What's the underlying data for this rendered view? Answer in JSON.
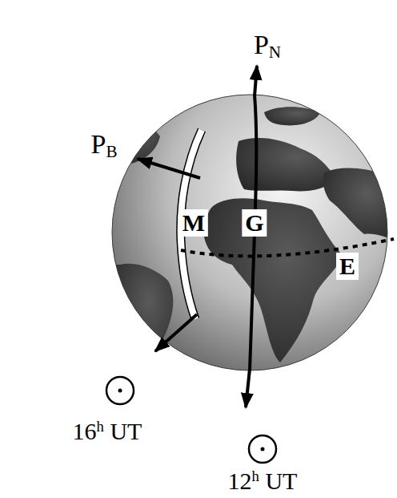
{
  "diagram": {
    "labels": [
      "PN",
      "PB",
      "M",
      "G",
      "E",
      "16h UT",
      "12h UT"
    ]
  }
}
